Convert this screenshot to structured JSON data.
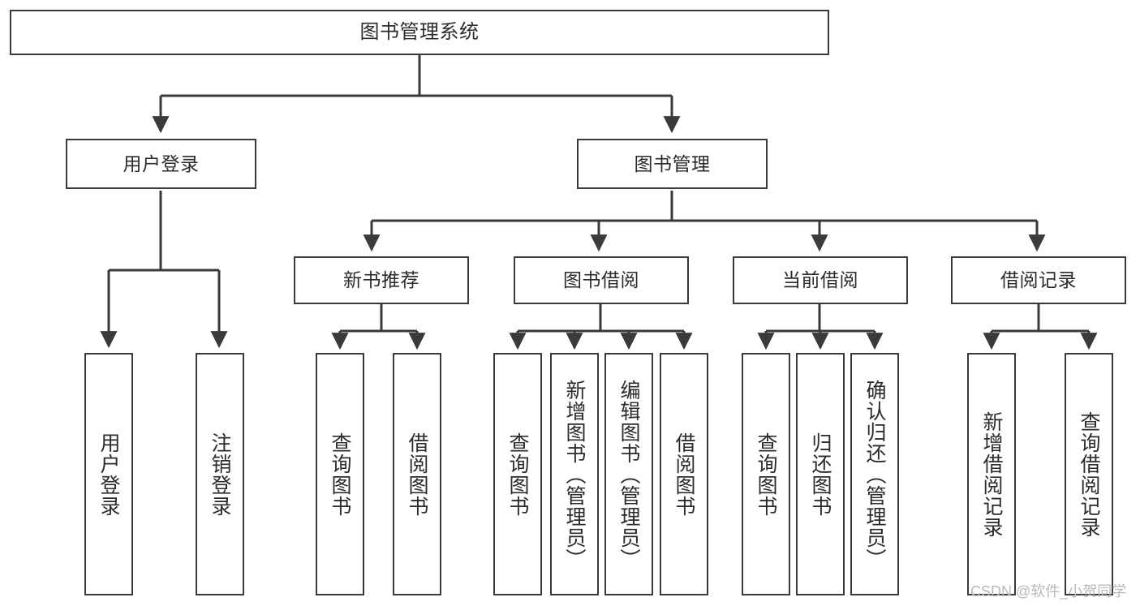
{
  "diagram": {
    "title": "图书管理系统",
    "type": "tree-hierarchy-diagram",
    "colors": {
      "box_border": "#3a3a3a",
      "box_fill": "#ffffff",
      "edge": "#3a3a3a",
      "text": "#2b2b2b",
      "watermark": "#b9b9b9",
      "background": "#ffffff"
    },
    "watermark": "CSDN @软件_小贺同学",
    "nodes": {
      "root": {
        "label": "图书管理系统"
      },
      "level1": [
        {
          "id": "user-login",
          "label": "用户登录"
        },
        {
          "id": "book-management",
          "label": "图书管理"
        }
      ],
      "level2": [
        {
          "id": "new-book-recommend",
          "label": "新书推荐"
        },
        {
          "id": "book-borrow",
          "label": "图书借阅"
        },
        {
          "id": "current-borrow",
          "label": "当前借阅"
        },
        {
          "id": "borrow-record",
          "label": "借阅记录"
        }
      ],
      "leaves": {
        "user_login": [
          {
            "id": "leaf-user-login",
            "label": "用户登录"
          },
          {
            "id": "leaf-logout-login",
            "label": "注销登录"
          }
        ],
        "new_book_recommend": [
          {
            "id": "leaf-query-book-1",
            "label": "查询图书"
          },
          {
            "id": "leaf-borrow-book-1",
            "label": "借阅图书"
          }
        ],
        "book_borrow": [
          {
            "id": "leaf-query-book-2",
            "label": "查询图书"
          },
          {
            "id": "leaf-add-book",
            "label": "新增图书（管理员）"
          },
          {
            "id": "leaf-edit-book",
            "label": "编辑图书（管理员）"
          },
          {
            "id": "leaf-borrow-book-2",
            "label": "借阅图书"
          }
        ],
        "current_borrow": [
          {
            "id": "leaf-query-book-3",
            "label": "查询图书"
          },
          {
            "id": "leaf-return-book",
            "label": "归还图书"
          },
          {
            "id": "leaf-confirm-return",
            "label": "确认归还（管理员）"
          }
        ],
        "borrow_record": [
          {
            "id": "leaf-add-record",
            "label": "新增借阅记录"
          },
          {
            "id": "leaf-query-record",
            "label": "查询借阅记录"
          }
        ]
      }
    }
  }
}
